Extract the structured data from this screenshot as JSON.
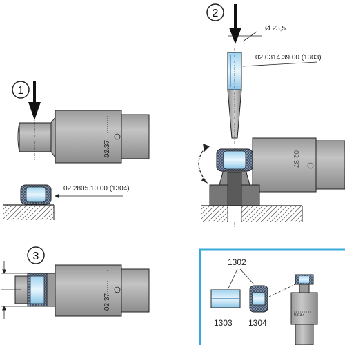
{
  "steps": {
    "step1": {
      "number": "1"
    },
    "step2": {
      "number": "2"
    },
    "step3": {
      "number": "3"
    }
  },
  "labels": {
    "shaft_mark": "02.37",
    "shaft_mark_rotated": "02.37",
    "shaft_mark_3": "02.37",
    "shaft_mark_inset": "02.37",
    "ring_part": "02.2805.10.00  (1304)",
    "mandrel_part": "02.0314.39.00  (1303)",
    "diameter": "Ø 23,5"
  },
  "inset": {
    "top_label": "1302",
    "left_label": "1303",
    "right_label": "1304"
  },
  "colors": {
    "frame": "#39a9dc",
    "part_fill": "#cfe9f7",
    "shaft_light": "#b3b3b3",
    "shaft_dark": "#8a8a8a",
    "outline": "#222222"
  }
}
